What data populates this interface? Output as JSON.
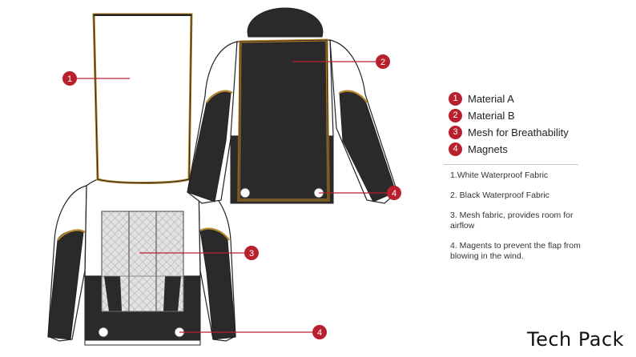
{
  "legend": [
    {
      "number": "1",
      "label": "Material A"
    },
    {
      "number": "2",
      "label": "Material B"
    },
    {
      "number": "3",
      "label": "Mesh for Breathability"
    },
    {
      "number": "4",
      "label": "Magnets"
    }
  ],
  "notes": [
    "1.White Waterproof Fabric",
    "2. Black Waterproof Fabric",
    "3. Mesh fabric, provides room for airflow",
    "4. Magents to prevent the flap from blowing in the wind."
  ],
  "brand": "Tech Pack",
  "callouts": [
    {
      "number": "1"
    },
    {
      "number": "2"
    },
    {
      "number": "3"
    },
    {
      "number": "4"
    },
    {
      "number": "4"
    }
  ],
  "colors": {
    "accent_red": "#b8202e",
    "fabric_black": "#2a2a2a",
    "fabric_white": "#ffffff",
    "stitch_gold": "#b8862b",
    "mesh_gray": "#d9d9d9"
  }
}
